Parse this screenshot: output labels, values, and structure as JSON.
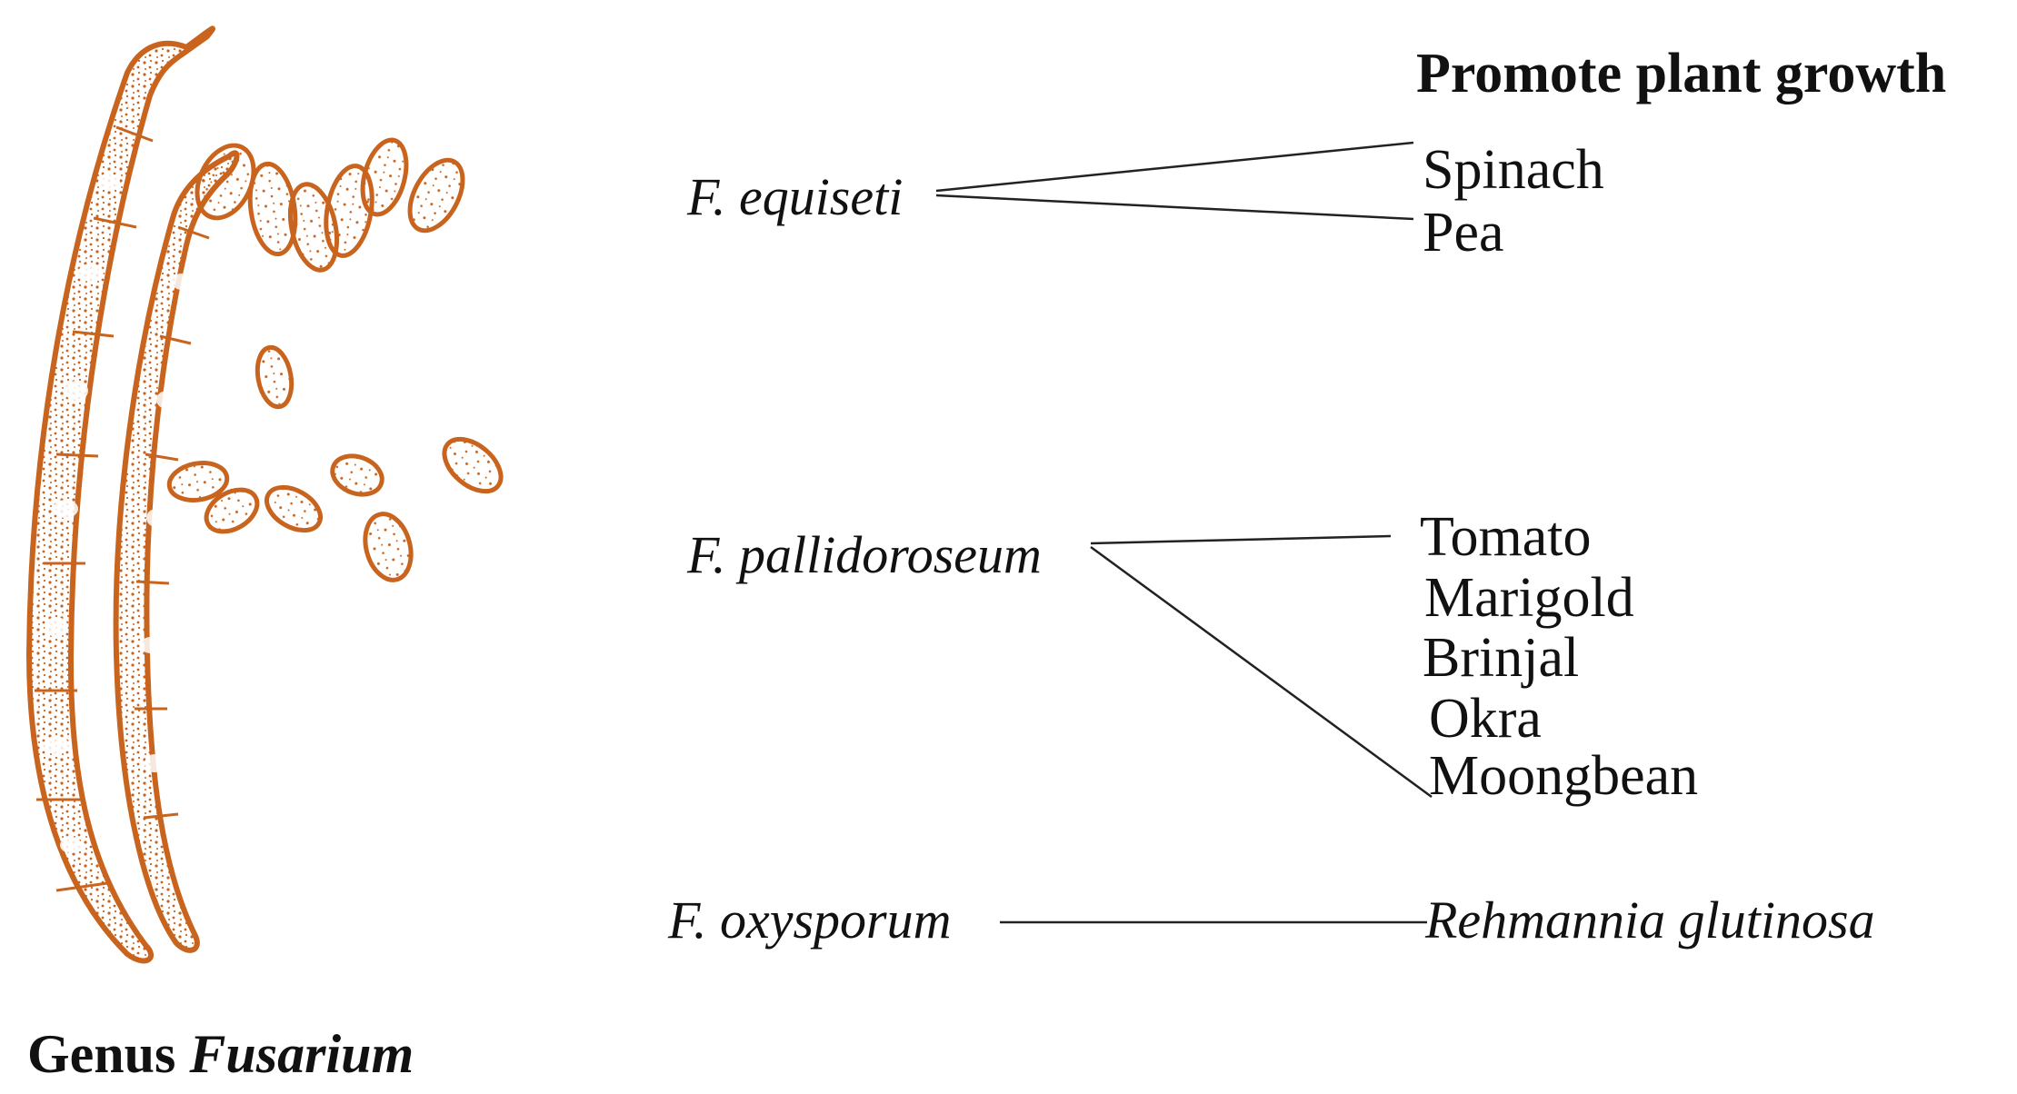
{
  "header": {
    "title": "Promote plant growth"
  },
  "species": [
    {
      "name": "F. equiseti"
    },
    {
      "name": "F. pallidoroseum"
    },
    {
      "name": "F. oxysporum"
    }
  ],
  "plants": {
    "equiseti": [
      "Spinach",
      "Pea"
    ],
    "pallidoroseum": [
      "Tomato",
      "Marigold",
      "Brinjal",
      "Okra",
      "Moongbean"
    ],
    "oxysporum": [
      "Rehmannia glutinosa"
    ]
  },
  "caption": {
    "prefix": "Genus",
    "genus": "Fusarium"
  },
  "colors": {
    "illustration": "#c8641e",
    "text": "#111111",
    "connector": "#222222"
  }
}
